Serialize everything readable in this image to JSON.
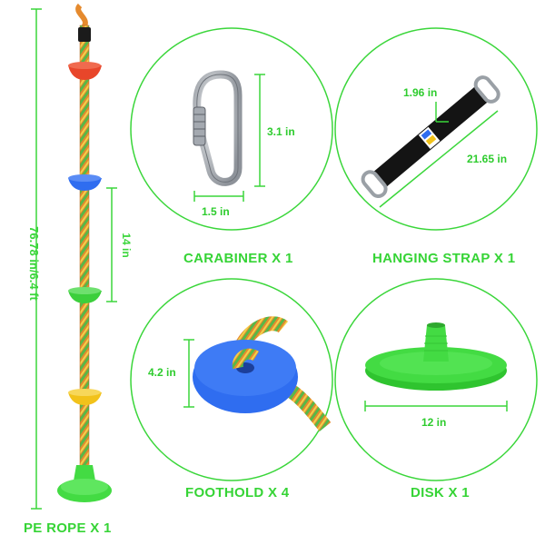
{
  "colors": {
    "accent_green": "#3ad63a",
    "dim_green": "#2ecc2e",
    "title_green": "#36d436",
    "rope_orange": "#e07a2a",
    "foothold_red": "#e8462a",
    "foothold_blue": "#2f6df0",
    "foothold_green": "#3ccf3c",
    "foothold_yellow": "#f2c21a",
    "disk_green": "#43db43",
    "strap_black": "#141414",
    "metal": "#b8bcc2"
  },
  "rope": {
    "total_length": "76.78 in/6.4 ft",
    "spacing": "14 in",
    "caption": "PE ROPE X 1"
  },
  "carabiner": {
    "height": "3.1 in",
    "width": "1.5 in",
    "caption": "CARABINER X 1"
  },
  "strap": {
    "width": "1.96 in",
    "length": "21.65 in",
    "caption": "HANGING STRAP X 1"
  },
  "foothold": {
    "diameter": "4.2 in",
    "caption": "FOOTHOLD X 4"
  },
  "disk": {
    "diameter": "12 in",
    "caption": "DISK X 1"
  }
}
